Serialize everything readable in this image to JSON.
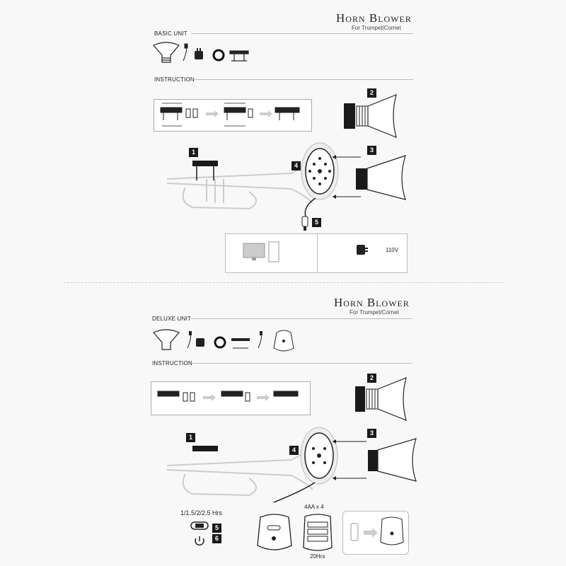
{
  "basic": {
    "title": "Horn Blower",
    "subtitle": "For Trumpet/Cornet",
    "unit_label": "BASIC UNIT",
    "instruction_label": "INSTRUCTION",
    "steps": [
      "1",
      "2",
      "3",
      "4",
      "5"
    ],
    "voltage": "110V"
  },
  "deluxe": {
    "title": "Horn Blower",
    "subtitle": "For Trumpet/Cornet",
    "unit_label": "DELUXE UNIT",
    "instruction_label": "INSTRUCTION",
    "steps": [
      "1",
      "2",
      "3",
      "4",
      "5",
      "6"
    ],
    "timer": "1/1.5/2/2.5 Hrs",
    "battery": "4AA x 4",
    "runtime": "20Hrs"
  },
  "icons": [
    "mute-cone-icon",
    "usb-cable-icon",
    "power-adapter-icon",
    "ring-icon",
    "clip-icon",
    "trumpet-icon",
    "speaker-icon",
    "computer-icon",
    "battery-box-icon",
    "power-icon",
    "switch-icon"
  ],
  "colors": {
    "line": "#1a1a1a",
    "arrow": "#bbbbbb",
    "rule": "#bbbbbb"
  }
}
